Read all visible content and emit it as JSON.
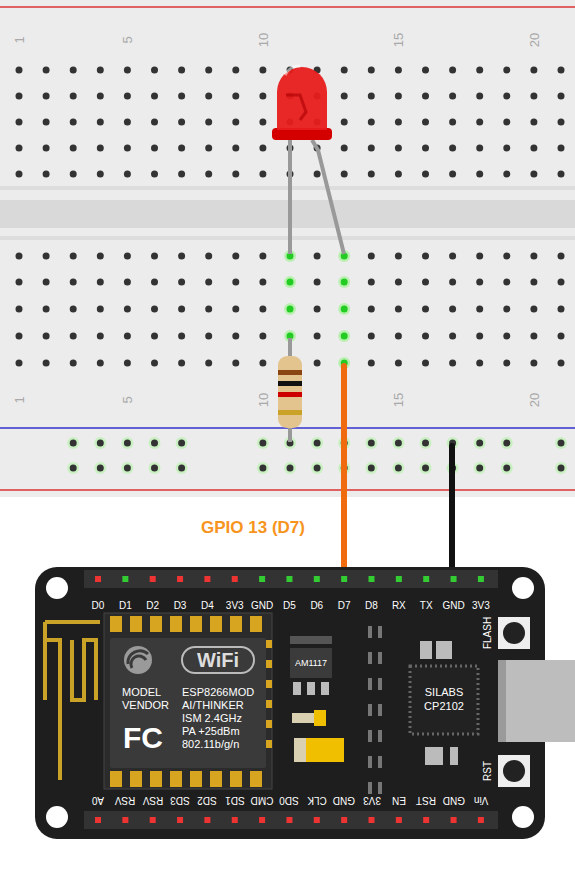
{
  "diagram": {
    "labels": [
      "1",
      "5",
      "10",
      "15",
      "20",
      "1",
      "5",
      "10",
      "15",
      "20",
      "GPIO 13 (D7)",
      "D0",
      "D1",
      "D2",
      "D3",
      "D4",
      "3V3",
      "GND",
      "D5",
      "D6",
      "D7",
      "D8",
      "RX",
      "TX",
      "GND",
      "3V3",
      "A0",
      "RSV",
      "RSV",
      "SD3",
      "SD2",
      "SD1",
      "CMD",
      "SD0",
      "CLK",
      "GND",
      "3V3",
      "EN",
      "RST",
      "GND",
      "Vin",
      "MODEL",
      "VENDOR",
      "ESP8266MOD",
      "AI/THINKER",
      "ISM 2.4GHz",
      "PA +25dBm",
      "802.11b/g/n",
      "WiFi",
      "FC",
      "AM1117",
      "SILABS",
      "CP2102",
      "FLASH",
      "RST"
    ]
  }
}
